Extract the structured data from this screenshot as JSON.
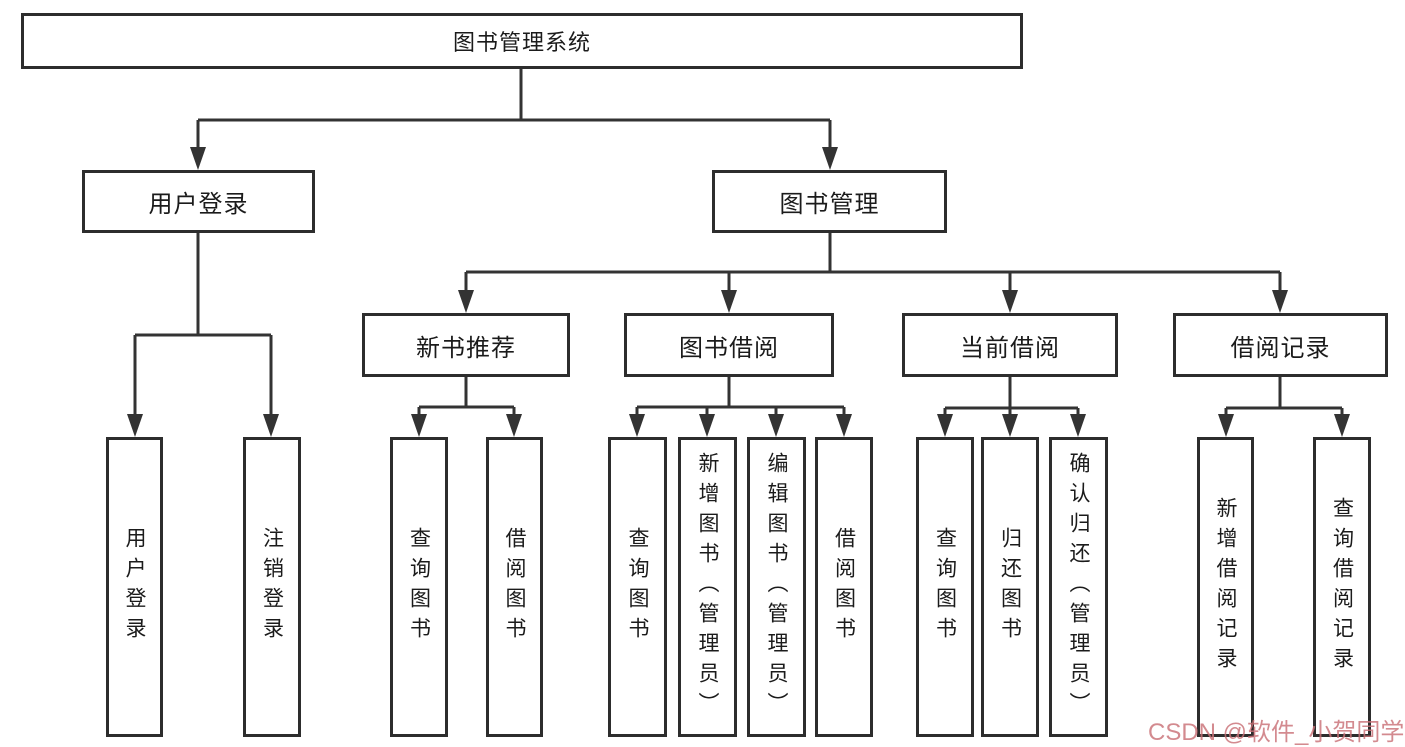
{
  "colors": {
    "line": "#333333",
    "box_border": "#2d2d2d",
    "text": "#1b1b1b",
    "watermark_text": "#c97076"
  },
  "watermark": {
    "text": "CSDN @软件_小贺同学"
  },
  "diagram": {
    "root": {
      "label": "图书管理系统"
    },
    "branches": [
      {
        "label": "用户登录",
        "children": [
          {
            "label": "用户登录"
          },
          {
            "label": "注销登录"
          }
        ]
      },
      {
        "label": "图书管理",
        "children": [
          {
            "label": "新书推荐",
            "children": [
              {
                "label": "查询图书"
              },
              {
                "label": "借阅图书"
              }
            ]
          },
          {
            "label": "图书借阅",
            "children": [
              {
                "label": "查询图书"
              },
              {
                "label": "新增图书（管理员）"
              },
              {
                "label": "编辑图书（管理员）"
              },
              {
                "label": "借阅图书"
              }
            ]
          },
          {
            "label": "当前借阅",
            "children": [
              {
                "label": "查询图书"
              },
              {
                "label": "归还图书"
              },
              {
                "label": "确认归还（管理员）"
              }
            ]
          },
          {
            "label": "借阅记录",
            "children": [
              {
                "label": "新增借阅记录"
              },
              {
                "label": "查询借阅记录"
              }
            ]
          }
        ]
      }
    ]
  }
}
